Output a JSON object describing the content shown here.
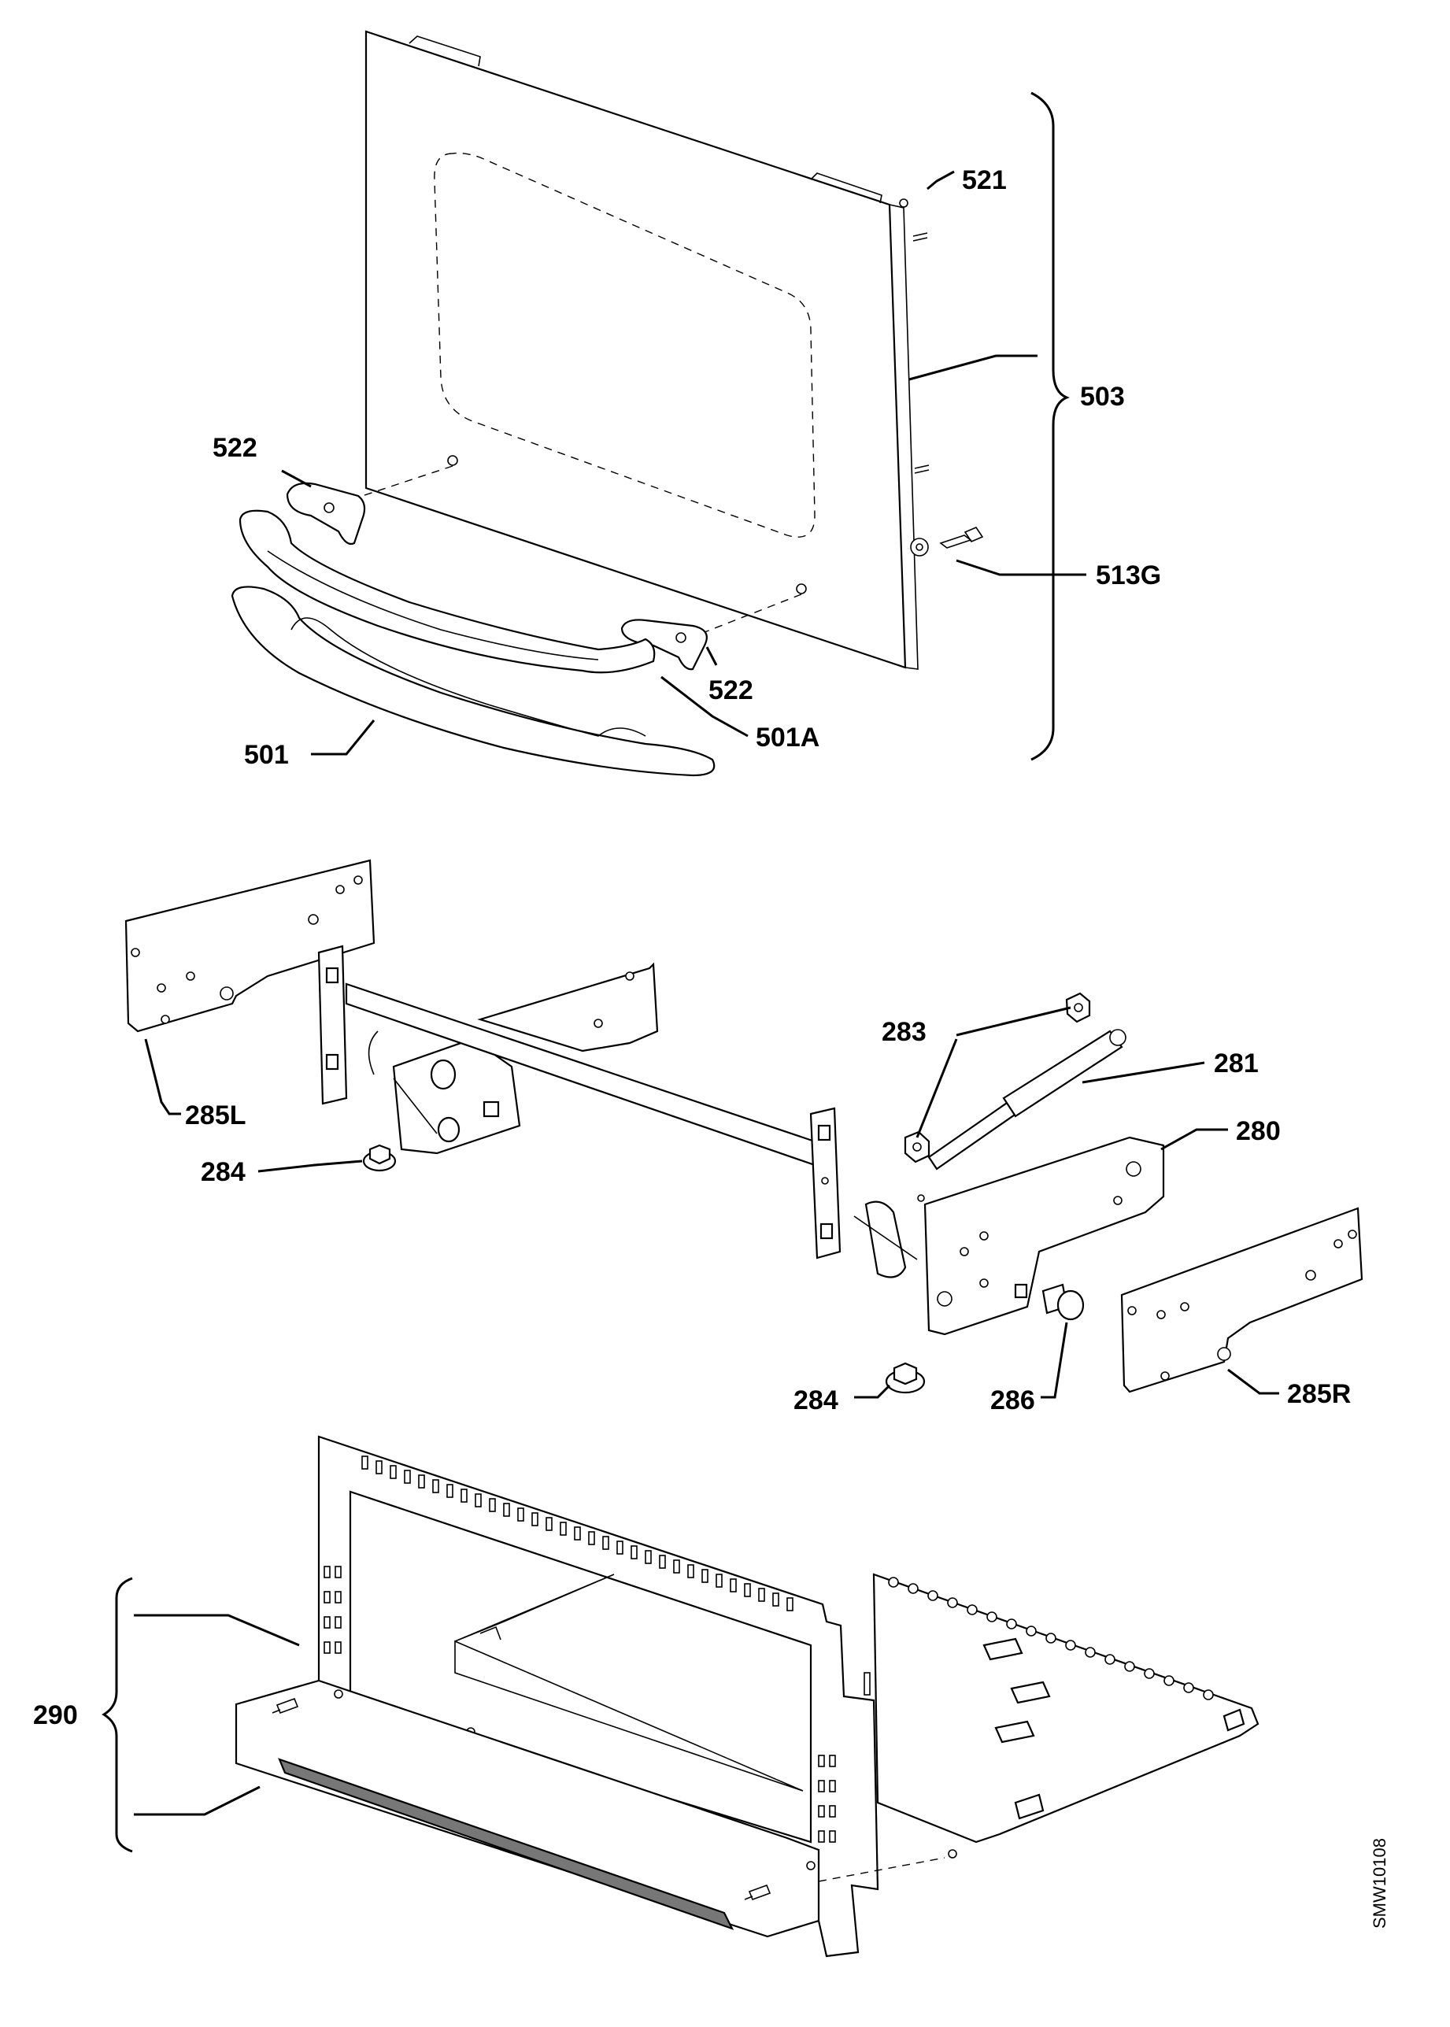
{
  "labels": {
    "p521": "521",
    "p503": "503",
    "p522_top": "522",
    "p513G": "513G",
    "p522_bottom": "522",
    "p501A": "501A",
    "p501": "501",
    "p283": "283",
    "p281": "281",
    "p280": "280",
    "p285L": "285L",
    "p284_left": "284",
    "p284_right": "284",
    "p286": "286",
    "p285R": "285R",
    "p290": "290"
  },
  "document_id": "SMW10108"
}
